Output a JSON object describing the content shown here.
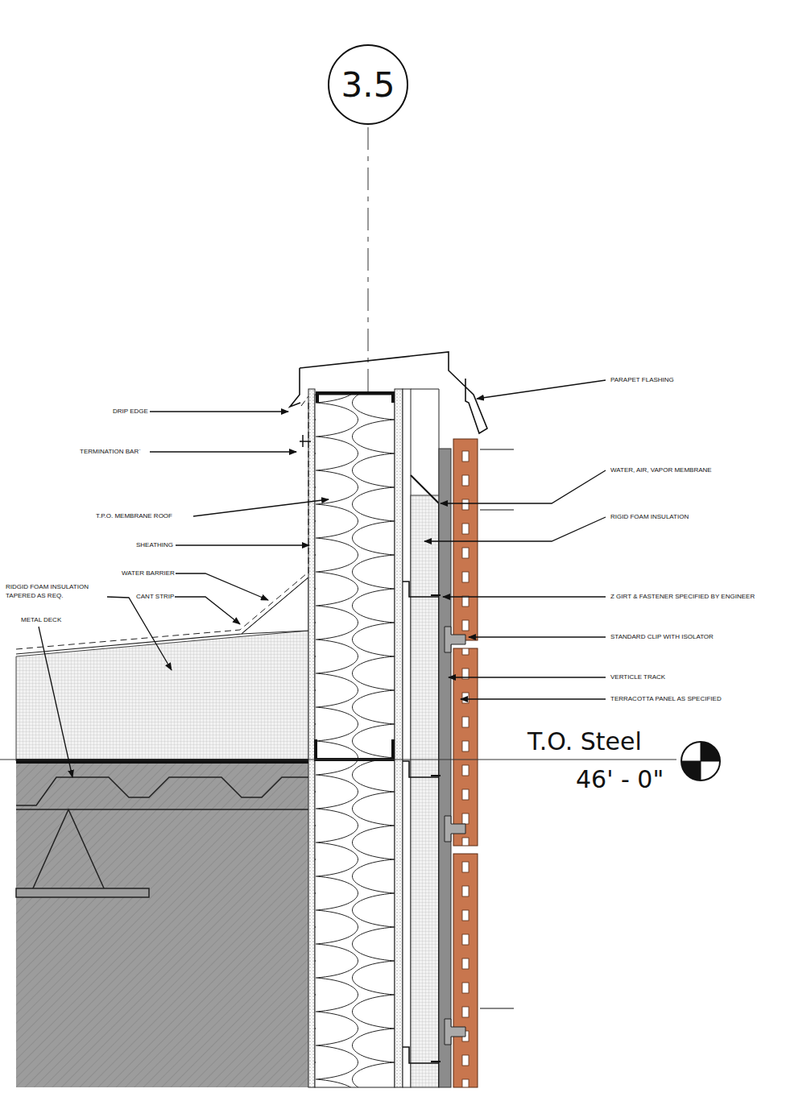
{
  "diagram": {
    "nodes": [
      {
        "text": [
          "3.5"
        ]
      }
    ],
    "labels": [
      "PARAPET FLASHING",
      "DRIP EDGE",
      "TERMINATION BAR`",
      "WATER, AIR, VAPOR MEMBRANE",
      "RIGID FOAM INSULATION",
      "T.P.O. MEMBRANE ROOF",
      "SHEATHING",
      "WATER BARRIER",
      "RIDGID FOAM INSULATION TAPERED AS REQ.",
      "CANT STRIP",
      "Z GIRT & FASTENER SPECIFIED BY ENGINEER",
      "METAL DECK",
      "STANDARD CLIP WITH ISOLATOR",
      "VERTICLE TRACK",
      "TERRACOTTA PANEL AS SPECIFIED",
      "T.O. Steel",
      "46' - 0\""
    ]
  }
}
